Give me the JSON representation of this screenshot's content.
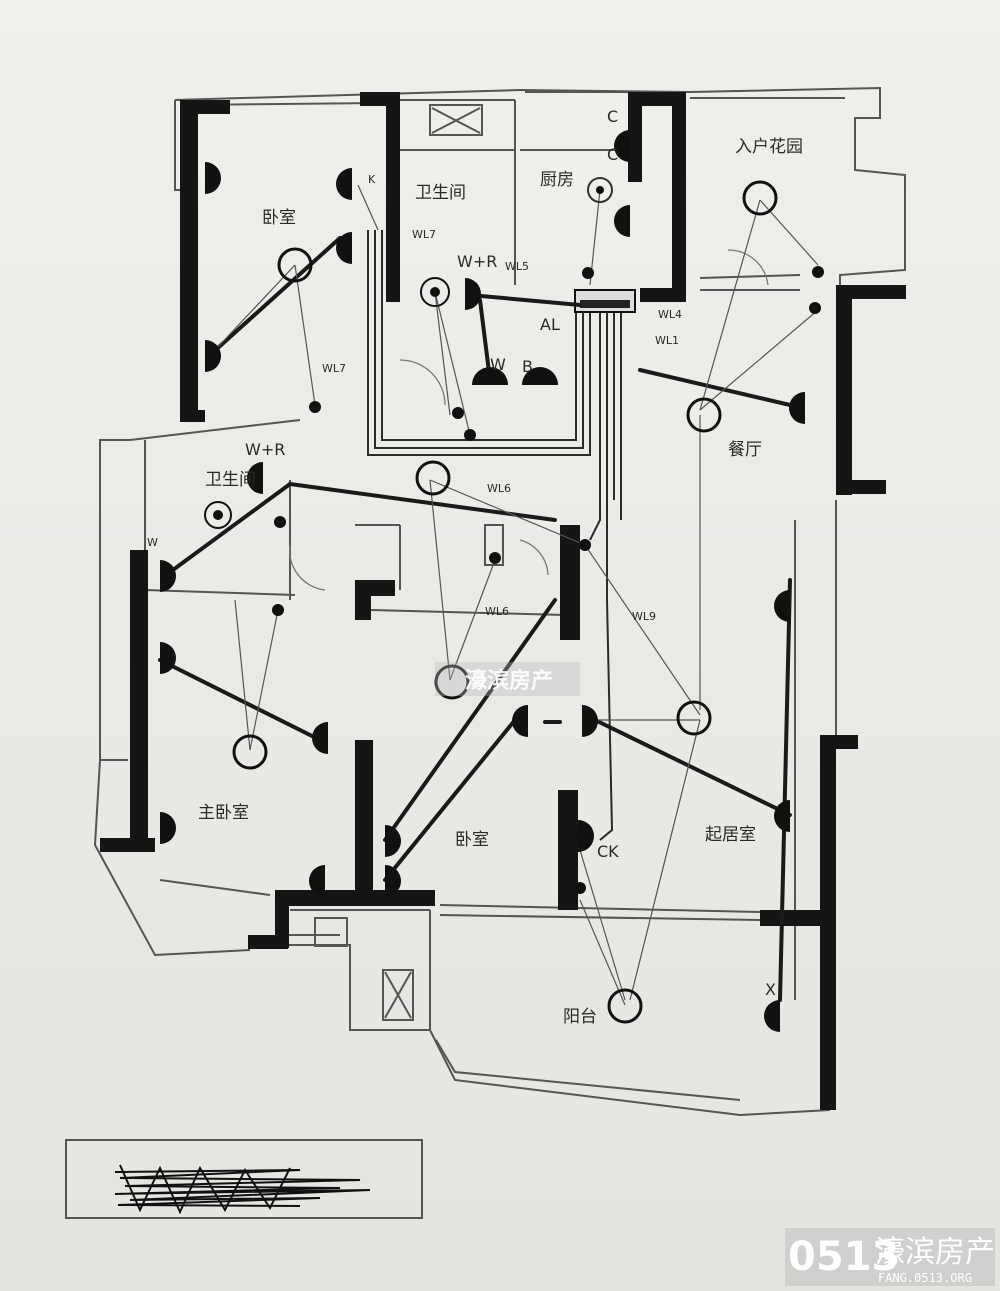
{
  "rooms": {
    "bedroom_nw": "卧室",
    "bathroom_n": "卫生间",
    "kitchen": "厨房",
    "entry_garden": "入户花园",
    "dining": "餐厅",
    "bathroom_w": "卫生间",
    "master_bedroom": "主卧室",
    "bedroom_mid": "卧室",
    "living": "起居室",
    "balcony": "阳台"
  },
  "circuit_labels": {
    "wl7a": "WL7",
    "wl7b": "WL7",
    "wl5": "WL5",
    "wl4": "WL4",
    "wl1": "WL1",
    "wl6a": "WL6",
    "wl6b": "WL6",
    "wl9": "WL9"
  },
  "fixture_tags": {
    "wr_top": "W+R",
    "wr_left": "W+R",
    "al": "AL",
    "w": "W",
    "b": "B",
    "ck": "CK",
    "c1": "C",
    "c2": "C",
    "x": "X",
    "k": "K",
    "w_left": "W"
  },
  "watermark": {
    "center_text": "濠滨房产",
    "logo_number": "0513",
    "logo_name": "濠滨房产",
    "logo_url": "FANG.0513.ORG"
  }
}
